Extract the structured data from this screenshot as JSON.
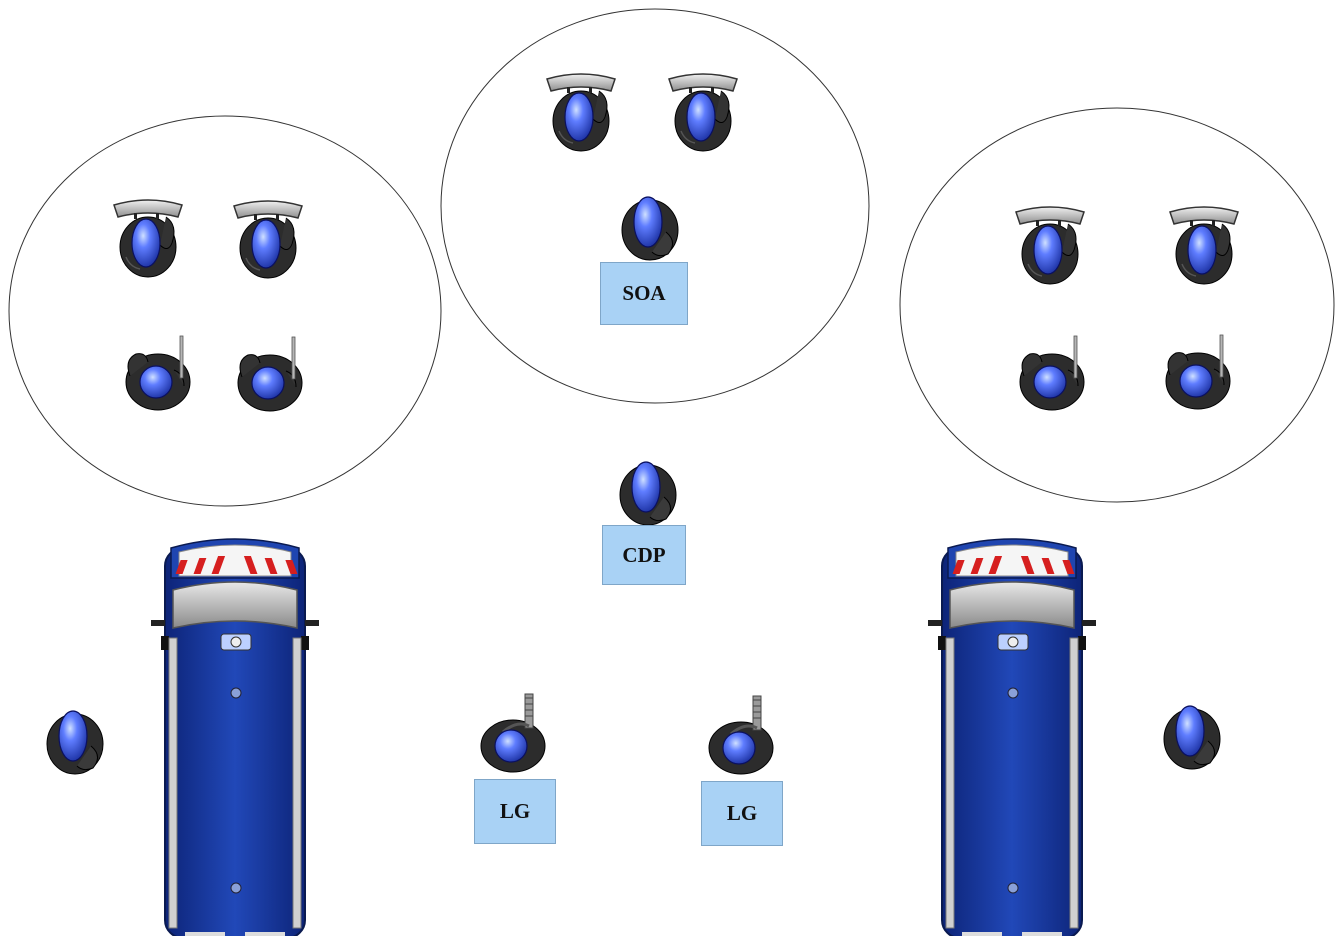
{
  "labels": {
    "soa": "SOA",
    "cdp": "CDP",
    "lg_left": "LG",
    "lg_right": "LG"
  },
  "colors": {
    "label_fill": "#a9d2f5",
    "helmet_blue": "#3b5cff",
    "uniform": "#2b2b2b",
    "van_blue": "#1a3a9a",
    "light_red": "#d61f1f"
  },
  "icons": {
    "shield_officer": "shield-officer-icon",
    "baton_officer": "baton-officer-icon",
    "plain_officer": "officer-icon",
    "launcher_officer": "grenade-launcher-officer-icon",
    "van": "police-van-icon"
  }
}
